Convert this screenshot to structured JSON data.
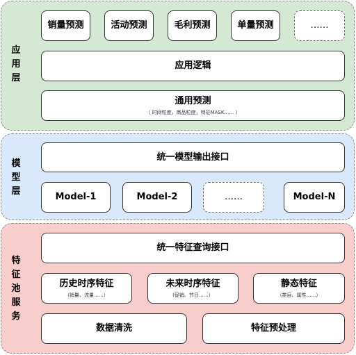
{
  "layers": {
    "app": {
      "title": [
        "应",
        "用",
        "层"
      ],
      "top_boxes": [
        "销量预测",
        "活动预测",
        "毛利预测",
        "单量预测",
        "……"
      ],
      "logic": "应用逻辑",
      "general": {
        "label": "通用预测",
        "sub": "（ 时间粒度，商品粒度，特征MASK…… ）"
      }
    },
    "model": {
      "title": [
        "模",
        "型",
        "层"
      ],
      "interface": "统一模型输出接口",
      "models": [
        "Model-1",
        "Model-2",
        "……",
        "Model-N"
      ]
    },
    "feature": {
      "title": [
        "特",
        "征",
        "池",
        "服",
        "务"
      ],
      "query": "统一特征查询接口",
      "history": {
        "label": "历史时序特征",
        "sub": "（销量、流量……）"
      },
      "future": {
        "label": "未来时序特征",
        "sub": "(促销、节日……）"
      },
      "static": {
        "label": "静态特征",
        "sub": "（类目、属性……）"
      },
      "clean": "数据清洗",
      "preprocess": "特征预处理"
    }
  }
}
